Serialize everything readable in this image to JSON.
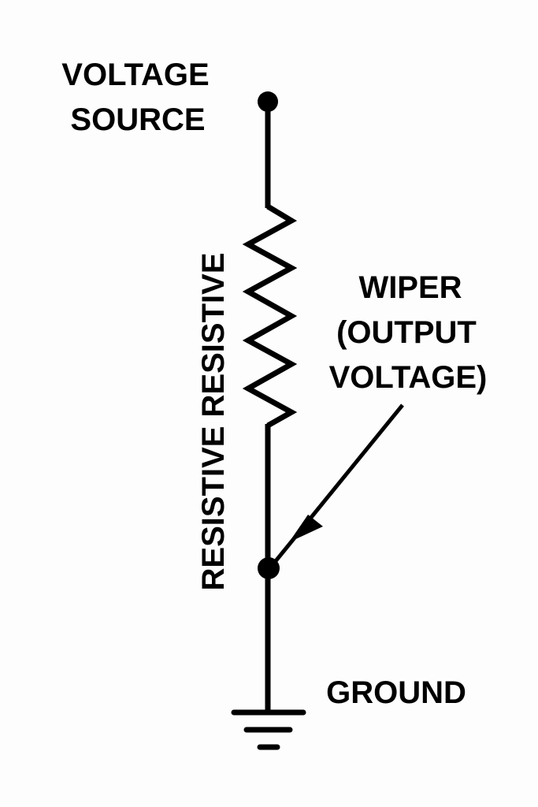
{
  "diagram": {
    "type": "potentiometer-voltage-divider",
    "labels": {
      "voltage_source": [
        "VOLTAGE",
        "SOURCE"
      ],
      "resistive": "RESISTIVE RESISTIVE",
      "wiper": [
        "WIPER",
        "(OUTPUT",
        "VOLTAGE)"
      ],
      "ground": "GROUND"
    },
    "colors": {
      "ink": "#000000",
      "background": "#fdfdfd"
    },
    "components": [
      {
        "id": "voltage-source-node",
        "kind": "terminal"
      },
      {
        "id": "resistor",
        "kind": "resistor-zigzag"
      },
      {
        "id": "wiper-node",
        "kind": "junction"
      },
      {
        "id": "wiper-arrow",
        "kind": "arrow"
      },
      {
        "id": "ground",
        "kind": "ground-symbol"
      }
    ]
  }
}
